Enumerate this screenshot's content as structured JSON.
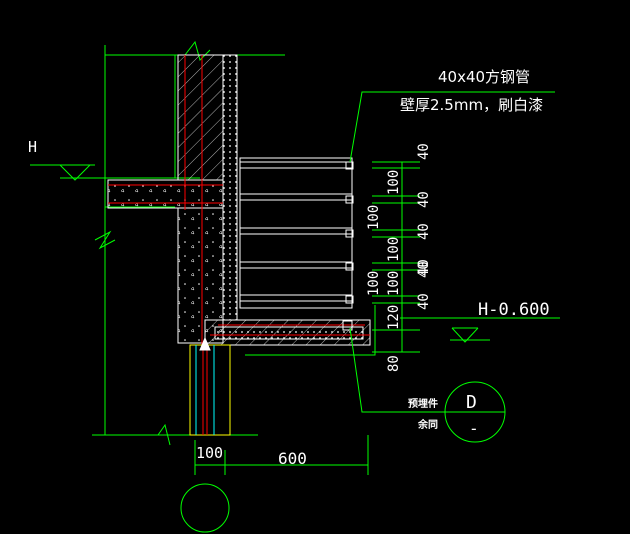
{
  "labels": {
    "level_mark": "H",
    "level_mark_2": "H-0.600",
    "pipe_spec_1": "40x40方钢管",
    "pipe_spec_2": "壁厚2.5mm，刷白漆",
    "embedded_part": "预埋件",
    "embedded_part_note": "余同",
    "detail_ref_top": "D",
    "detail_ref_bottom": "-"
  },
  "dimensions": {
    "right_col": [
      "40",
      "100",
      "40",
      "100",
      "40",
      "40",
      "100",
      "40",
      "40",
      "120",
      "80"
    ],
    "left_col": [
      "100",
      "100",
      "100"
    ],
    "bottom_100": "100",
    "bottom_600": "600"
  },
  "colors": {
    "structure": "#00ff00",
    "concrete": "#ffffff",
    "rebar": "#ff0000",
    "hatch": "#ff7f7f",
    "dimension": "#00ff00",
    "frame": "#ffffff",
    "leader": "#00ff00",
    "cyan": "#00ffff",
    "yellow": "#ffff00"
  }
}
